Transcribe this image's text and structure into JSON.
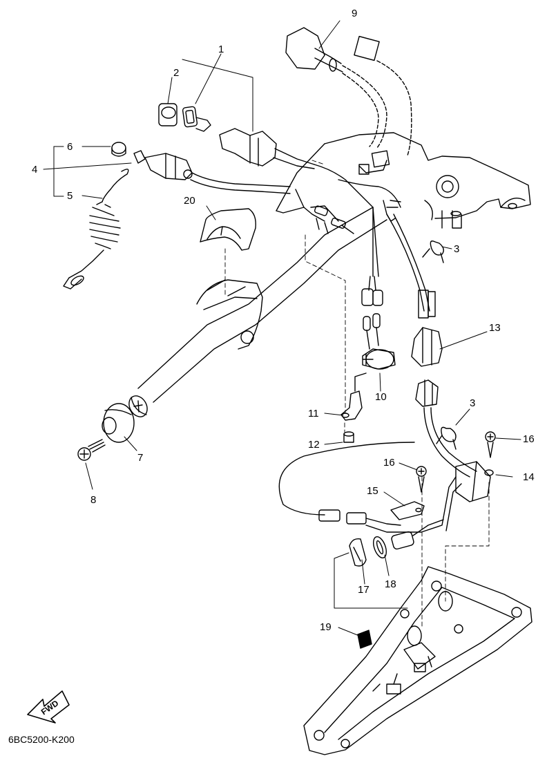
{
  "callouts": {
    "c1": "1",
    "c2": "2",
    "c3a": "3",
    "c3b": "3",
    "c4": "4",
    "c5": "5",
    "c6": "6",
    "c7": "7",
    "c8": "8",
    "c9": "9",
    "c10": "10",
    "c11": "11",
    "c12": "12",
    "c13": "13",
    "c14": "14",
    "c15": "15",
    "c16a": "16",
    "c16b": "16",
    "c17": "17",
    "c18": "18",
    "c19": "19",
    "c20": "20"
  },
  "fwd_label": "FWD",
  "diagram_code": "6BC5200-K200"
}
